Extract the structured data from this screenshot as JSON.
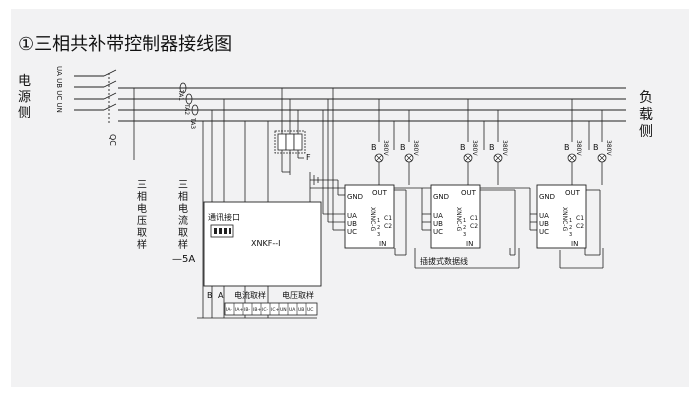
{
  "title": "①三相共补带控制器接线图",
  "side_left": [
    "电",
    "源",
    "侧"
  ],
  "side_right": [
    "负",
    "载",
    "侧"
  ],
  "phase_labels": "UA UB UC UN",
  "breaker_label": "QC",
  "ct_labels": [
    "TA1",
    "TA2",
    "TA3"
  ],
  "fuse_label": "F",
  "voltage_sampling_label": [
    "三",
    "相",
    "电",
    "压",
    "取",
    "样"
  ],
  "current_sampling_label": [
    "三",
    "相",
    "电",
    "流",
    "取",
    "样"
  ],
  "current_note": "—5A",
  "controller": {
    "comm_port_label": "通讯接口",
    "model": "XNKF--I",
    "bus_label_b": "B",
    "bus_label_a": "A",
    "current_sampling": "电流取样",
    "voltage_sampling": "电压取样",
    "terminal_pins": [
      "IA-",
      "IA+",
      "IB-",
      "IB+",
      "IC-",
      "IC+",
      "UN",
      "UA",
      "UB",
      "UC"
    ]
  },
  "module": {
    "gnd": "GND",
    "out": "OUT",
    "ua": "UA",
    "ub": "UB",
    "uc": "UC",
    "in": "IN",
    "c1": "C1",
    "c2": "C2",
    "pins": [
      "1",
      "2",
      "3"
    ],
    "model": "XNNC-G"
  },
  "capacitor": {
    "terminal_b": "B",
    "voltage": "380V"
  },
  "cable_label": "插拔式数据线"
}
